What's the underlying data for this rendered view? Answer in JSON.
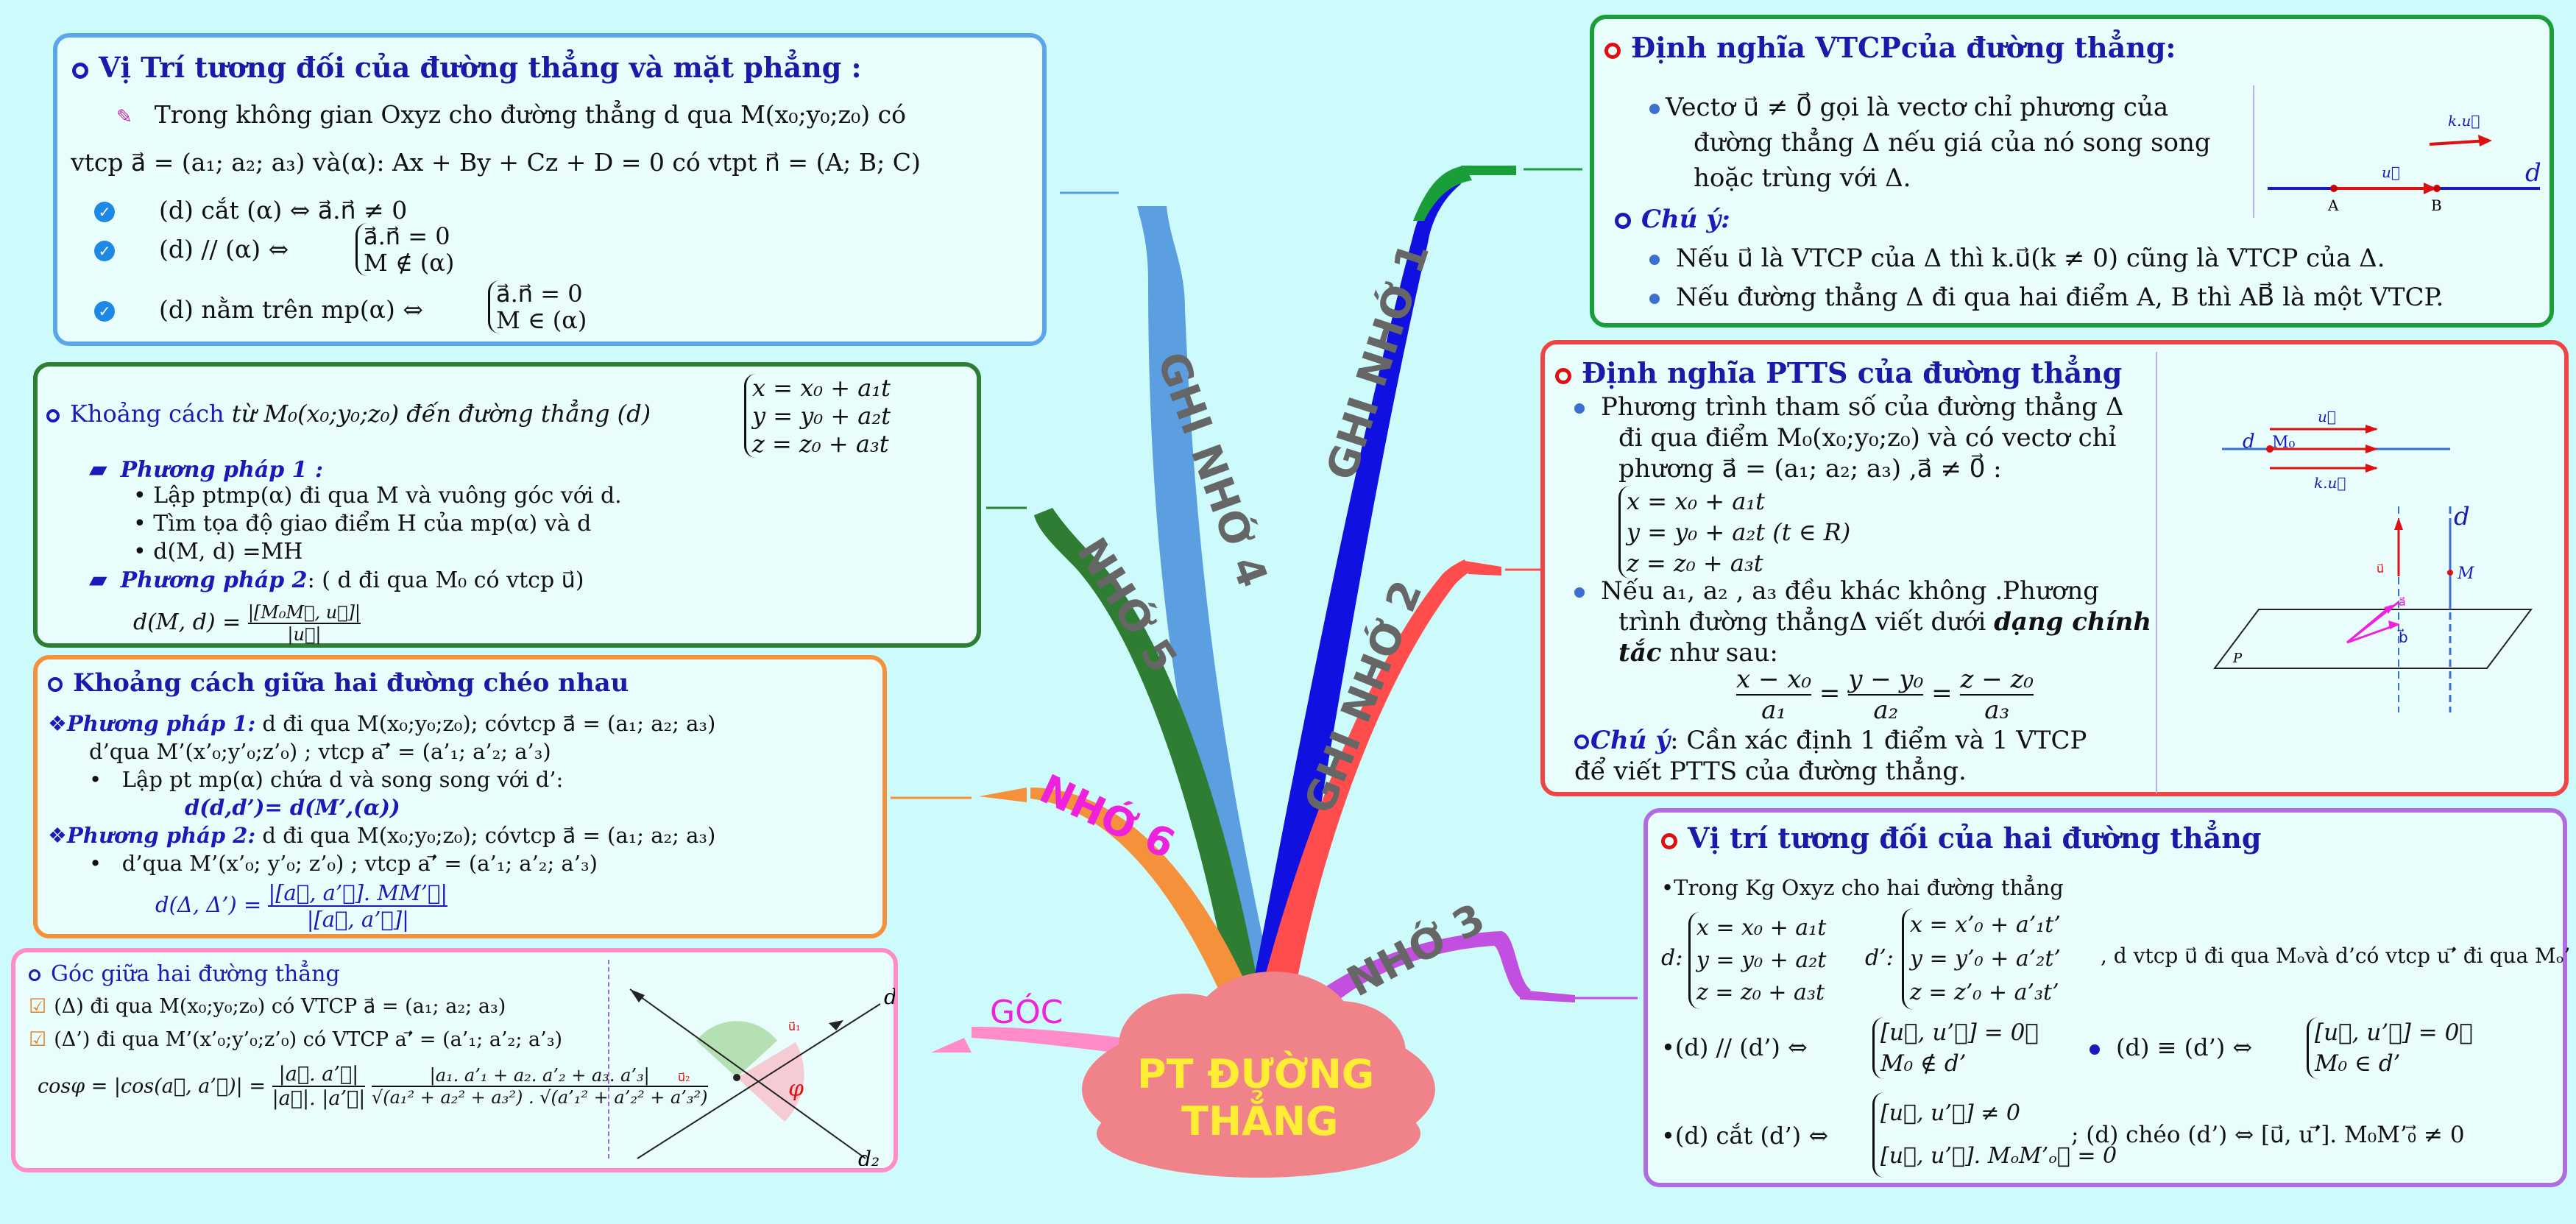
{
  "center": {
    "line1": "PT ĐƯỜNG",
    "line2": "THẲNG"
  },
  "branches": {
    "b1": "GHI NHỚ 1",
    "b2": "GHI NHỚ 2",
    "b3": "NHỚ 3",
    "b4": "GHI NHỚ 4",
    "b5": "NHỚ 5",
    "b6": "NHỚ 6",
    "b7": "GÓC"
  },
  "p_vitri_mp": {
    "title": "Vị Trí tương đối của đường thẳng và mặt phẳng :",
    "l1": "Trong không gian Oxyz cho đường thẳng d qua  M(x₀;y₀;z₀) có",
    "l2": "vtcp a⃗ = (a₁; a₂; a₃) và(α): Ax + By + Cz + D = 0 có vtpt n⃗ = (A; B; C)",
    "c1": "(d) cắt (α) ⇔ a⃗.n⃗ ≠ 0",
    "c2a": "(d) // (α) ⇔",
    "c2b": "a⃗.n⃗ = 0",
    "c2c": "M ∉ (α)",
    "c3a": "(d) nằm trên mp(α) ⇔",
    "c3b": "a⃗.n⃗ = 0",
    "c3c": "M ∈ (α)"
  },
  "p_vtcp": {
    "title": "Định nghĩa VTCPcủa đường thẳng:",
    "l1": "Vectơ u⃗ ≠ 0⃗ gọi là vectơ chỉ phương của",
    "l2": "đường thẳng Δ nếu giá của nó song song",
    "l3": "hoặc trùng với Δ.",
    "note_title": "Chú ý:",
    "n1": "Nếu u⃗ là VTCP của Δ thì  k.u⃗(k ≠ 0) cũng là VTCP của Δ.",
    "n2": "Nếu đường thẳng Δ đi qua hai điểm A, B thì AB⃗ là một VTCP.",
    "fig": {
      "ku": "k.u⃗",
      "u": "u⃗",
      "d": "d",
      "A": "A",
      "B": "B"
    }
  },
  "p_khoangcach": {
    "title_a": "Khoảng cách",
    "title_b": "từ M₀(x₀;y₀;z₀) đến đường thẳng (d)",
    "sys1": "x = x₀ + a₁t",
    "sys2": "y = y₀ + a₂t",
    "sys3": "z = z₀ + a₃t",
    "pp1": "Phương pháp 1 :",
    "s1": "Lập ptmp(α) đi qua M và vuông góc với d.",
    "s2": "Tìm tọa độ giao điểm H của mp(α) và d",
    "s3": "d(M, d) =MH",
    "pp2": "Phương pháp 2",
    "pp2b": ":     ( d  đi qua  M₀ có vtcp  u⃗)",
    "formula_l": "d(M, d) =",
    "formula_n": "|[M₀M⃗, u⃗]|",
    "formula_d": "|u⃗|"
  },
  "p_ptts": {
    "title": "Định nghĩa PTTS của đường thẳng",
    "l1": "Phương trình tham số của đường thẳng Δ",
    "l2": "đi qua điểm M₀(x₀;y₀;z₀) và có  vectơ chỉ",
    "l3": "phương a⃗ = (a₁; a₂; a₃) ,a⃗ ≠ 0⃗ :",
    "s1": "x = x₀ + a₁t",
    "s2": "y = y₀ + a₂t     (t ∈ R)",
    "s3": "z = z₀ + a₃t",
    "l4": "Nếu a₁, a₂ , a₃ đều khác không .Phương",
    "l5": "trình đường thẳngΔ viết dưới",
    "l5b": "dạng chính",
    "l6a": "tắc",
    "l6b": "như sau:",
    "f1n": "x − x₀",
    "f1d": "a₁",
    "f2n": "y − y₀",
    "f2d": "a₂",
    "f3n": "z − z₀",
    "f3d": "a₃",
    "note_a": "Chú ý",
    "note_b": ": Cần xác định 1 điểm và 1 VTCP",
    "note_c": "để viết PTTS của đường thẳng.",
    "fig": {
      "u": "u⃗",
      "d": "d",
      "M0": "M₀",
      "ku": "k.u⃗",
      "d2": "d",
      "M": "M",
      "u2": "u⃗",
      "a": "a⃗",
      "b": "b⃗",
      "P": "P"
    }
  },
  "p_cheo": {
    "title": "Khoảng cách giữa hai đường chéo nhau",
    "pp1": "Phương pháp 1:",
    "pp1b": "d đi qua M(x₀;y₀;z₀); cóvtcp a⃗ = (a₁; a₂; a₃)",
    "l2": "d’qua M’(x’₀;y’₀;z’₀) ; vtcp a’⃗ = (a’₁; a’₂; a’₃)",
    "l3": "Lập pt mp(α) chứa d và song song với d’:",
    "l4": "d(d,d’)= d(M’,(α))",
    "pp2": "Phương pháp 2:",
    "pp2b": "d đi qua M(x₀;y₀;z₀); cóvtcp a⃗ = (a₁; a₂; a₃)",
    "l6": "d’qua M’(x’₀; y’₀; z’₀) ; vtcp a’⃗ = (a’₁; a’₂; a’₃)",
    "fl": "d(Δ, Δ’) =",
    "fn": "|[a⃗, a’⃗]. MM’⃗|",
    "fd": "|[a⃗, a’⃗]|"
  },
  "p_vitri_2dt": {
    "title": "Vị trí tương đối của hai đường thẳng",
    "l1": "Trong Kg Oxyz cho hai đường thẳng",
    "d": "d:",
    "s1": "x = x₀ + a₁t",
    "s2": "y = y₀ + a₂t",
    "s3": "z = z₀ + a₃t",
    "dp": "d’:",
    "t1": "x = x’₀ + a’₁t’",
    "t2": "y = y’₀ + a’₂t’",
    "t3": "z = z’₀ + a’₃t’",
    "tail": ", d vtcp u⃗ đi qua Mₒvà d’có vtcp u’⃗ đi qua  Mₒ’",
    "r1a": "(d) // (d’)  ⇔",
    "r1b": "[u⃗, u’⃗] = 0⃗",
    "r1c": "M₀ ∉ d’",
    "r2a": "(d) ≡ (d’)   ⇔",
    "r2b": "[u⃗, u’⃗] = 0⃗",
    "r2c": "M₀ ∈ d’",
    "r3a": "(d) cắt (d’)  ⇔",
    "r3b": "[u⃗, u’⃗] ≠ 0",
    "r3c": "[u⃗, u’⃗]. MₒM’ₒ⃗ = 0",
    "r4": "; (d) chéo (d’)  ⇔ [u⃗, u’⃗]. M₀M’₀⃗ ≠ 0"
  },
  "p_goc": {
    "title": "Góc giữa hai đường thẳng",
    "l1": "(Δ) đi qua  M(x₀;y₀;z₀) có VTCP  a⃗ = (a₁; a₂; a₃)",
    "l2": "(Δ’) đi qua  M’(x’₀;y’₀;z’₀) có VTCP  a’⃗ = (a’₁; a’₂; a’₃)",
    "fl": "cosφ = |cos(a⃗, a’⃗)| =",
    "fn1": "|a⃗. a’⃗|",
    "fd1": "|a⃗|. |a’⃗|",
    "fn2": "|a₁. a’₁ + a₂. a’₂ + a₃. a’₃|",
    "fd2": "√(a₁² + a₂² + a₃²) . √(a’₁² + a’₂² + a’₃²)",
    "fig": {
      "d1": "d₁",
      "d2": "d₂",
      "u1": "u⃗₁",
      "u2": "u⃗₂",
      "phi": "φ"
    }
  }
}
